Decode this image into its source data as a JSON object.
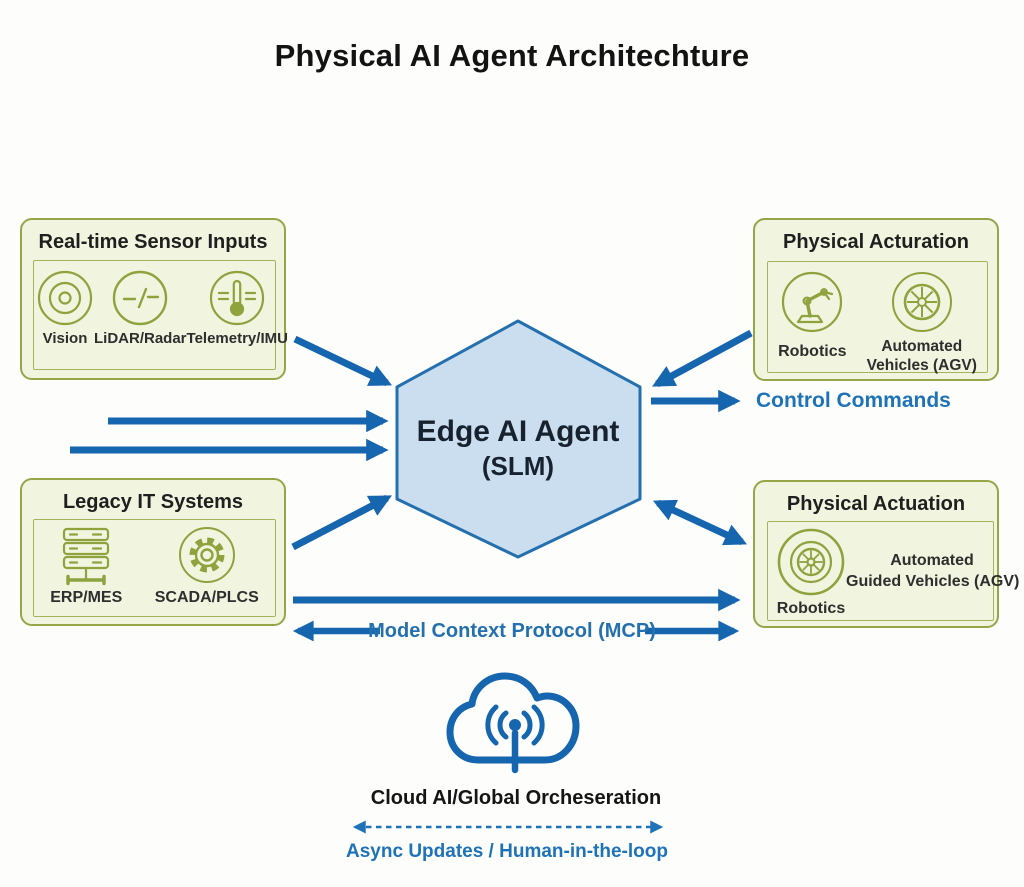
{
  "title": "Physical AI Agent Architechture",
  "colors": {
    "arrow_blue": "#1565af",
    "label_blue": "#1e73b8",
    "hex_fill": "#cadeef",
    "hex_border": "#2470ae",
    "box_fill": "#f1f4df",
    "box_border": "#96a547",
    "icon_olive": "#8ea23e"
  },
  "boxes": {
    "sensor_inputs": {
      "title": "Real-time Sensor Inputs",
      "items": [
        {
          "icon": "vision-icon",
          "label": "Vision"
        },
        {
          "icon": "lidar-radar-icon",
          "label": "LiDAR/Radar"
        },
        {
          "icon": "telemetry-icon",
          "label": "Telemetry/IMU"
        }
      ]
    },
    "legacy_it": {
      "title": "Legacy IT Systems",
      "items": [
        {
          "icon": "server-icon",
          "label": "ERP/MES"
        },
        {
          "icon": "gear-icon",
          "label": "SCADA/PLCS"
        }
      ]
    },
    "actuation_top": {
      "title": "Physical Acturation",
      "items": [
        {
          "icon": "robot-arm-icon",
          "label": "Robotics"
        },
        {
          "icon": "wheel-icon",
          "label_line1": "Automated",
          "label_line2": "Vehicles (AGV)"
        }
      ]
    },
    "actuation_bottom": {
      "title": "Physical Actuation",
      "robotics_label": "Robotics",
      "side_label_line1": "Automated",
      "side_label_line2": "Guided Vehicles (AGV)"
    }
  },
  "hexagon": {
    "line1": "Edge AI Agent",
    "line2": "(SLM)"
  },
  "labels": {
    "control_commands": "Control Commands",
    "mcp": "Model Context Protocol (MCP)",
    "cloud_title": "Cloud AI/Global Orcheseration",
    "async": "Async Updates / Human-in-the-loop"
  }
}
